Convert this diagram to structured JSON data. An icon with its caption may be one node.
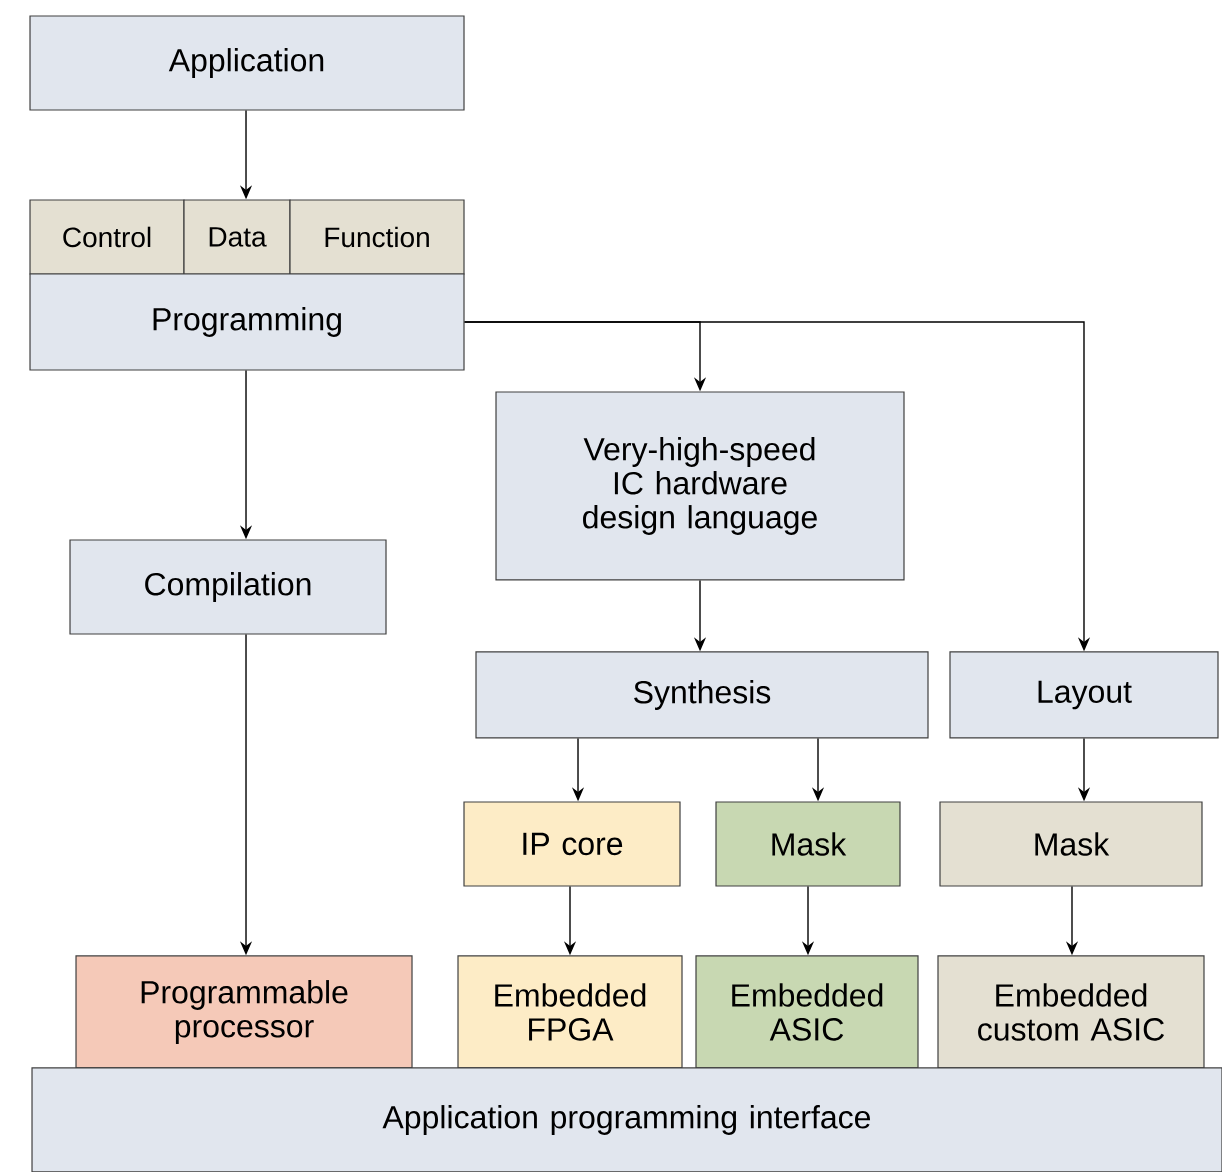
{
  "diagram": {
    "nodes": [
      {
        "text": [
          "Application"
        ]
      },
      {
        "text": [
          "Control"
        ]
      },
      {
        "text": [
          "Data"
        ]
      },
      {
        "text": [
          "Function"
        ]
      },
      {
        "text": [
          "Programming"
        ]
      },
      {
        "text": [
          "Very-high-speed IC hardware design language"
        ]
      },
      {
        "text": [
          "Compilation"
        ]
      },
      {
        "text": [
          "Synthesis"
        ]
      },
      {
        "text": [
          "Layout"
        ]
      },
      {
        "text": [
          "IP core"
        ]
      },
      {
        "text": [
          "Mask"
        ]
      },
      {
        "text": [
          "Mask"
        ]
      },
      {
        "text": [
          "Programmable processor"
        ]
      },
      {
        "text": [
          "Embedded FPGA"
        ]
      },
      {
        "text": [
          "Embedded ASIC"
        ]
      },
      {
        "text": [
          "Embedded custom ASIC"
        ]
      },
      {
        "text": [
          "Application programming interface"
        ]
      }
    ],
    "edges": [
      {
        "from": 0,
        "to": 2,
        "arrow": "to"
      },
      {
        "from": 4,
        "to": 6,
        "arrow": "to"
      },
      {
        "from": 4,
        "to": 5,
        "arrow": "to"
      },
      {
        "from": 4,
        "to": 8,
        "arrow": "to"
      },
      {
        "from": 5,
        "to": 7,
        "arrow": "to"
      },
      {
        "from": 6,
        "to": 12,
        "arrow": "to"
      },
      {
        "from": 7,
        "to": 9,
        "arrow": "to"
      },
      {
        "from": 7,
        "to": 10,
        "arrow": "to"
      },
      {
        "from": 8,
        "to": 11,
        "arrow": "to"
      },
      {
        "from": 9,
        "to": 13,
        "arrow": "to"
      },
      {
        "from": 10,
        "to": 14,
        "arrow": "to"
      },
      {
        "from": 11,
        "to": 15,
        "arrow": "to"
      }
    ]
  }
}
